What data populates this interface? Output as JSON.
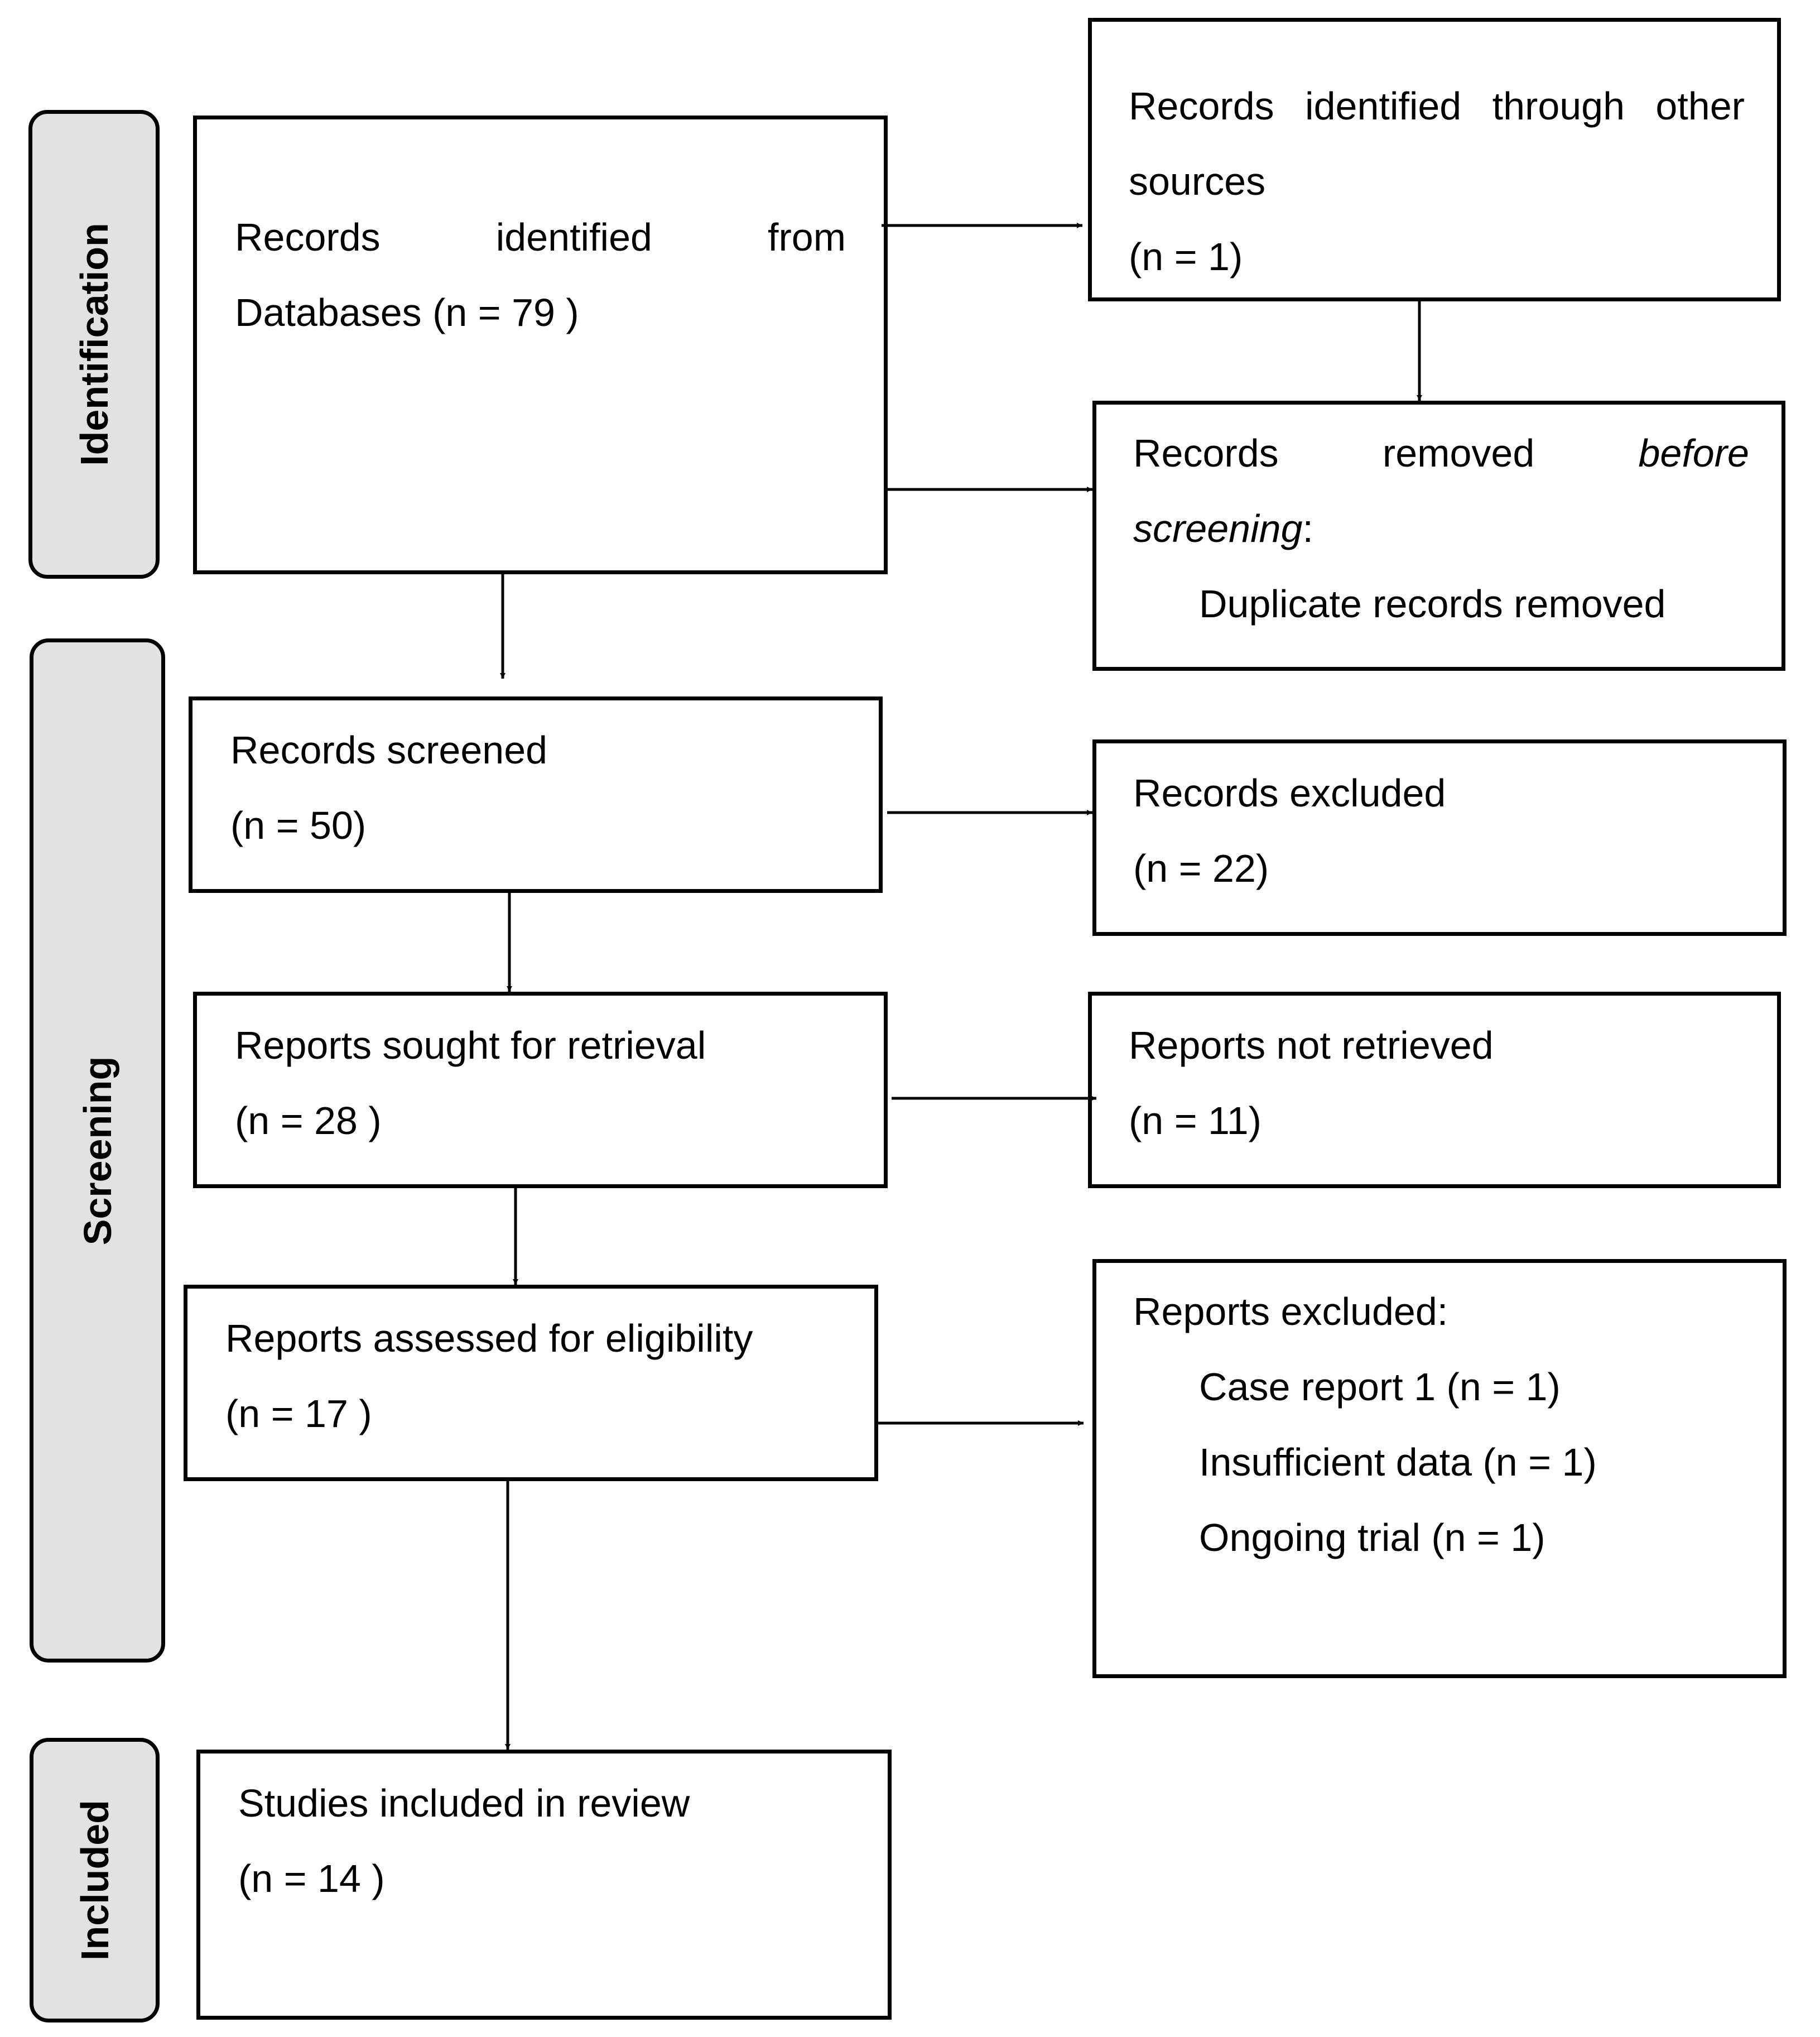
{
  "phases": {
    "identification": "Identification",
    "screening": "Screening",
    "included": "Included"
  },
  "boxes": {
    "databases": {
      "line1": [
        "Records",
        "identified",
        "from"
      ],
      "line2": "Databases (n = 79 )"
    },
    "other_sources": {
      "line1": [
        "Records",
        "identified",
        "through",
        "other"
      ],
      "line2": "sources",
      "line3": "(n = 1)"
    },
    "removed": {
      "line1_a": "Records",
      "line1_b": "removed",
      "line1_c": "before",
      "line2_italic": "screening",
      "line2_rest": ":",
      "line3": "Duplicate records removed"
    },
    "screened": {
      "label": "Records screened",
      "count": "(n = 50)"
    },
    "excluded": {
      "label": "Records excluded",
      "count": "(n = 22)"
    },
    "sought": {
      "label": "Reports sought for retrieval",
      "count": "(n = 28 )"
    },
    "not_retrieved": {
      "label": "Reports not retrieved",
      "count": "(n = 11)"
    },
    "assessed": {
      "label": "Reports assessed for eligibility",
      "count": "(n = 17 )"
    },
    "reports_excluded": {
      "label": "Reports excluded:",
      "reasons": [
        "Case report 1 (n = 1)",
        "Insufficient data (n = 1)",
        "Ongoing trial (n = 1)"
      ]
    },
    "included": {
      "label": "Studies included in review",
      "count": "(n = 14 )"
    }
  }
}
